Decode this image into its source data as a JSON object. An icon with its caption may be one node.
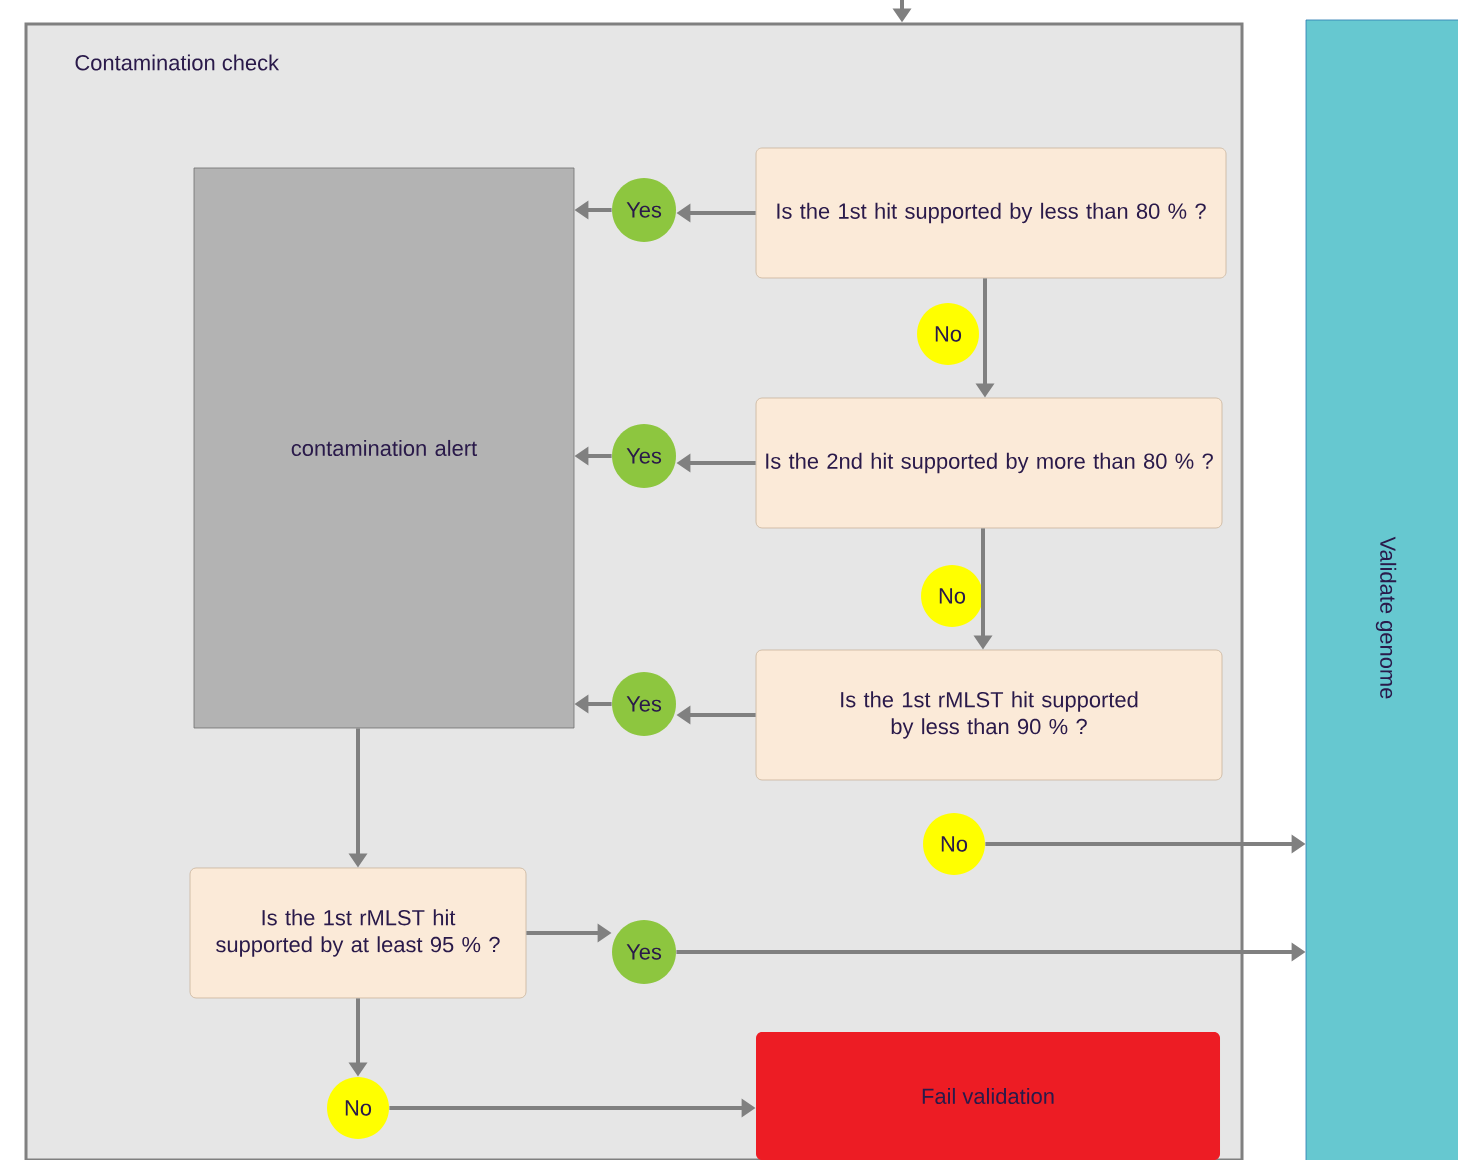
{
  "diagram": {
    "nodes": [
      {
        "text": [
          "Contamination check"
        ]
      },
      {
        "text": [
          "Is the 1st hit supported by less than 80 % ?"
        ],
        "in": 0
      },
      {
        "text": [
          "Yes"
        ],
        "in": 0
      },
      {
        "text": [
          "contamination alert"
        ],
        "in": 0
      },
      {
        "text": [
          "No"
        ],
        "in": 0
      },
      {
        "text": [
          "Is the 2nd hit supported by more than 80 % ?"
        ],
        "in": 0
      },
      {
        "text": [
          "Yes"
        ],
        "in": 0
      },
      {
        "text": [
          "No"
        ],
        "in": 0
      },
      {
        "text": [
          "Is the 1st rMLST hit supported by less than 90 % ?"
        ],
        "in": 0
      },
      {
        "text": [
          "Yes"
        ],
        "in": 0
      },
      {
        "text": [
          "No"
        ],
        "in": 0
      },
      {
        "text": [
          "Is the 1st rMLST hit supported by at least 95 % ?"
        ],
        "in": 0
      },
      {
        "text": [
          "Yes"
        ],
        "in": 0
      },
      {
        "text": [
          "No"
        ],
        "in": 0
      },
      {
        "text": [
          "Fail validation"
        ],
        "in": 0
      },
      {
        "text": [
          "Validate genome"
        ]
      }
    ],
    "edges": [
      {
        "from": null,
        "to": 0,
        "arrow": "to"
      },
      {
        "from": 1,
        "to": 2,
        "arrow": "to"
      },
      {
        "from": 2,
        "to": 3,
        "arrow": "to"
      },
      {
        "from": 1,
        "to": 5,
        "arrow": "to"
      },
      {
        "from": 5,
        "to": 6,
        "arrow": "to"
      },
      {
        "from": 6,
        "to": 3,
        "arrow": "to"
      },
      {
        "from": 5,
        "to": 8,
        "arrow": "to"
      },
      {
        "from": 8,
        "to": 9,
        "arrow": "to"
      },
      {
        "from": 9,
        "to": 3,
        "arrow": "to"
      },
      {
        "from": 10,
        "to": 15,
        "arrow": "to"
      },
      {
        "from": 3,
        "to": 11,
        "arrow": "to"
      },
      {
        "from": 11,
        "to": 12,
        "arrow": "to"
      },
      {
        "from": 12,
        "to": 15,
        "arrow": "to"
      },
      {
        "from": 11,
        "to": 13,
        "arrow": "to"
      },
      {
        "from": 13,
        "to": 14,
        "arrow": "to"
      }
    ]
  }
}
